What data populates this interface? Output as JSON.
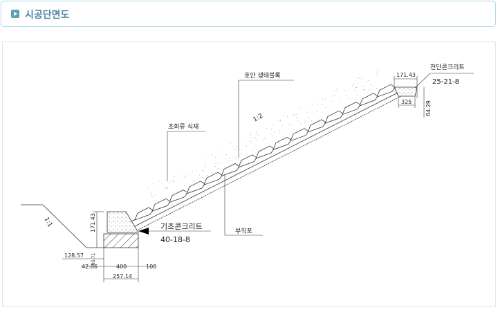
{
  "header": {
    "title": "시공단면도",
    "icon": "play-square-icon"
  },
  "drawing": {
    "labels": {
      "block": "호안 생태블록",
      "plant": "초화류 식재",
      "slope_main": "1:2",
      "slope_toe": "1:1",
      "fabric": "부직포",
      "base_concrete": "기초콘크리트",
      "base_spec": "40-18-8",
      "crown_concrete": "천단콘크리트",
      "crown_spec": "25-21-8"
    },
    "dims": {
      "crown_top": "171.43",
      "crown_bottom": "325",
      "crown_height": "64.29",
      "base_height": "171.43",
      "toe_left": "128.57",
      "toe_small": "85.71",
      "toe_offset": "42.86",
      "base_width": "400",
      "base_ext": "100",
      "base_total": "257.14"
    }
  }
}
